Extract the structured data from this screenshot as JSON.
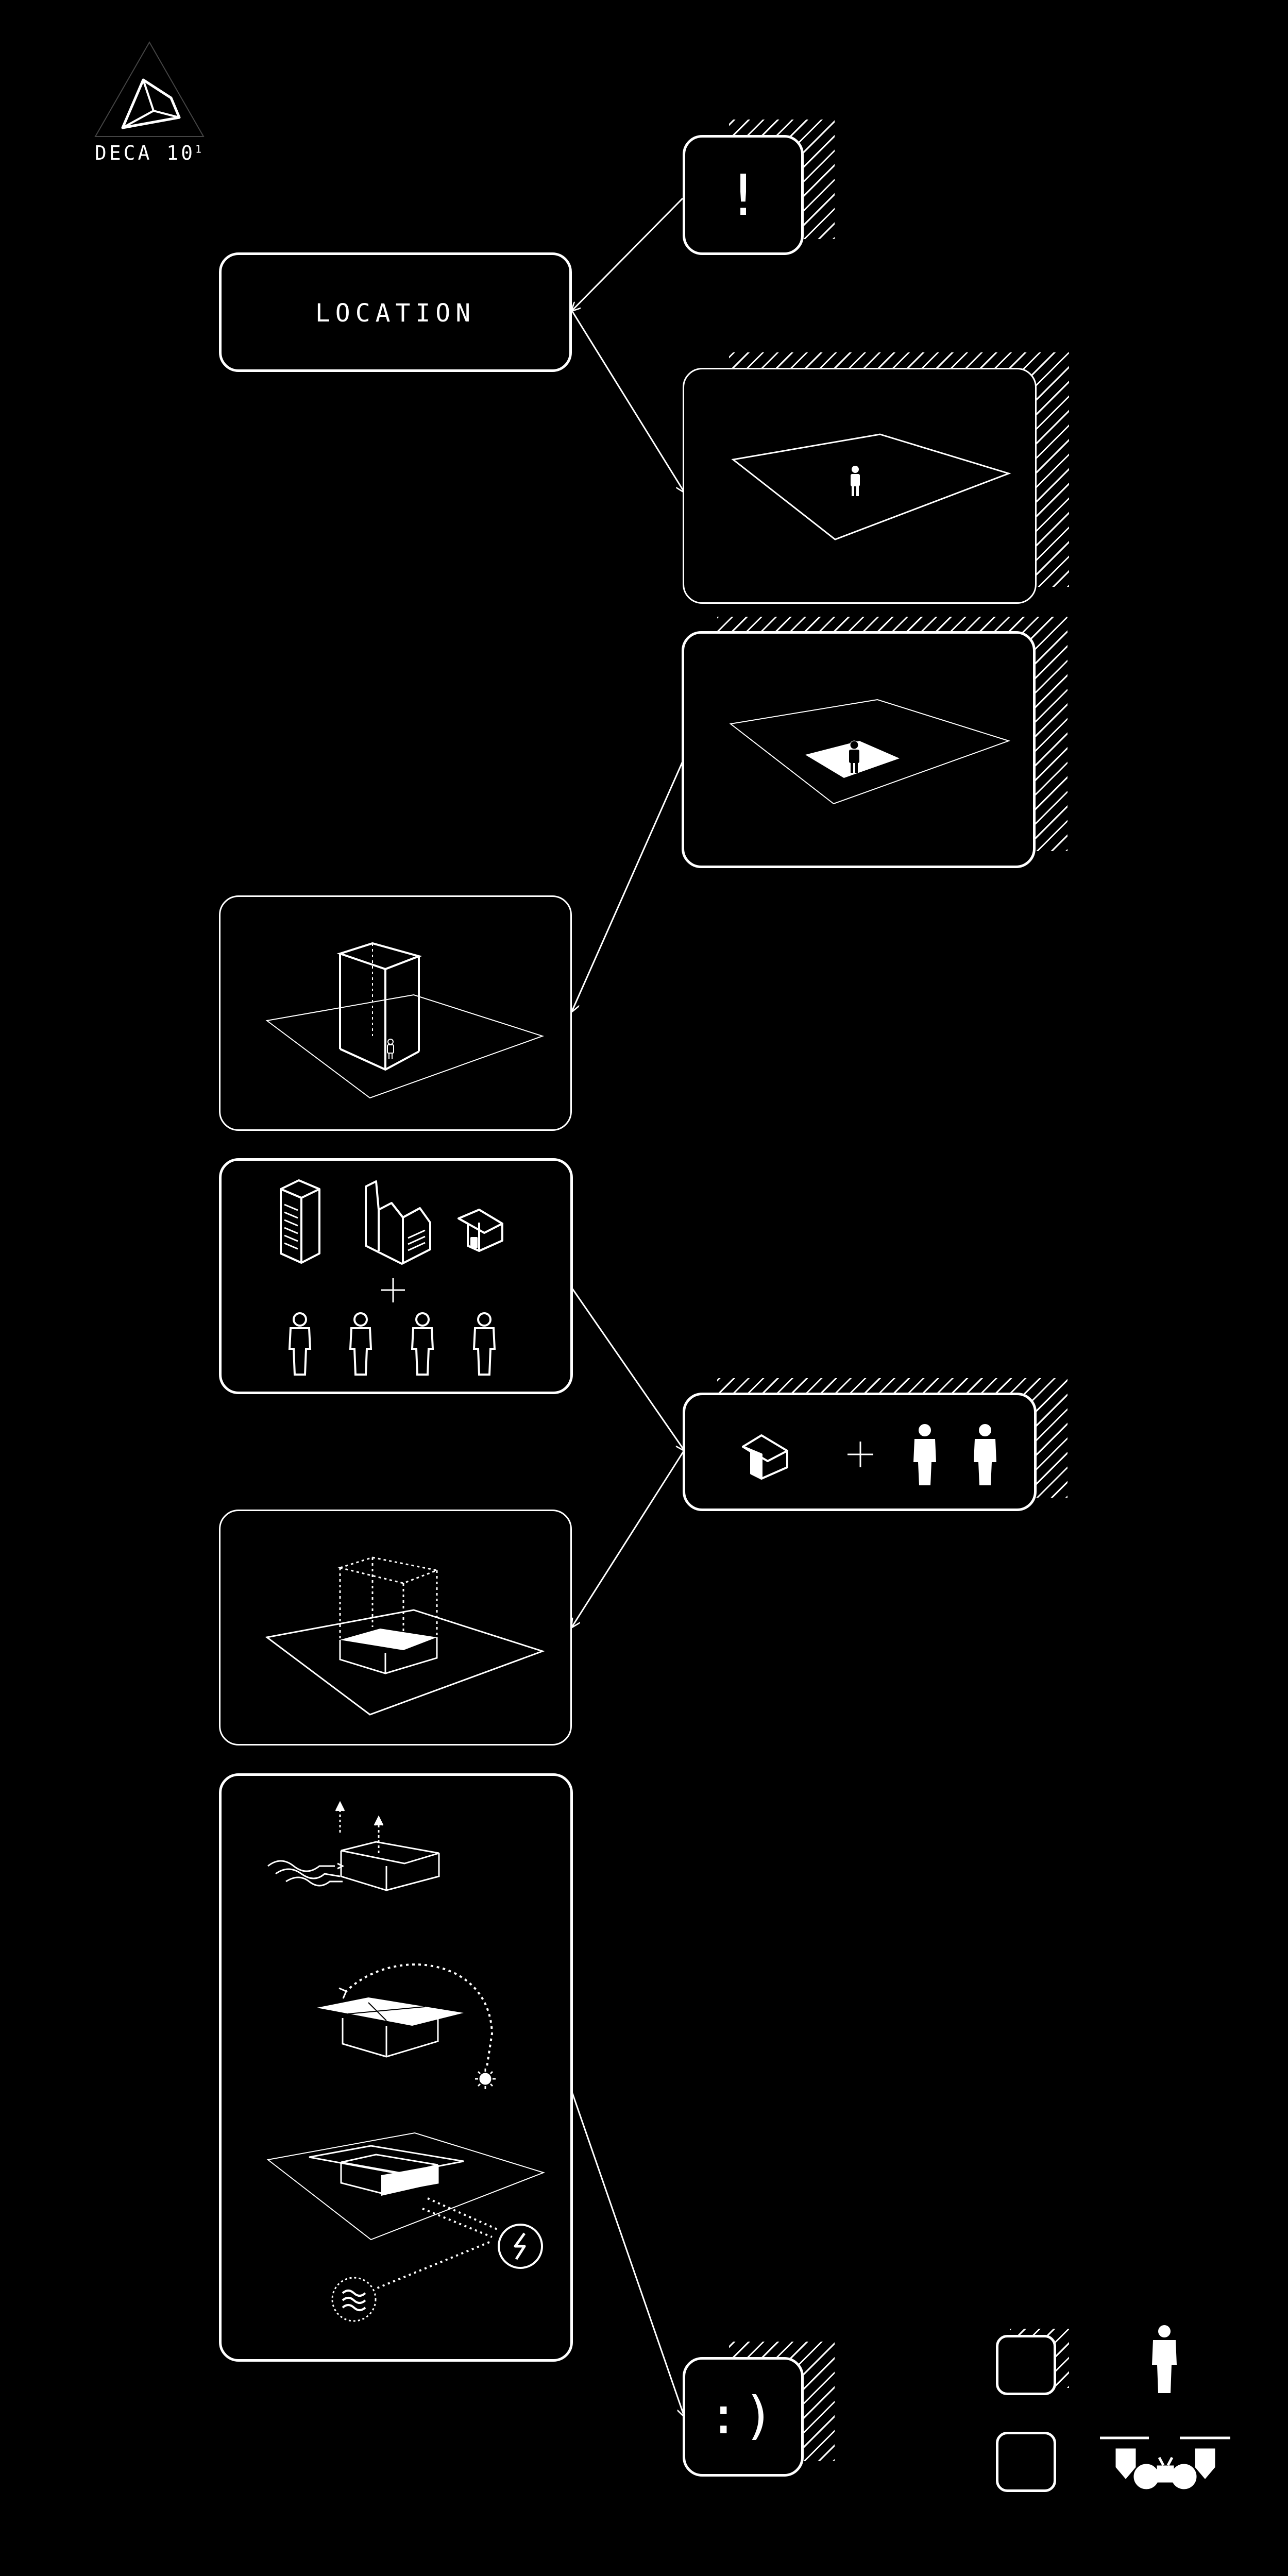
{
  "logo": {
    "text": "DECA 10",
    "superscript": "1"
  },
  "location_box": {
    "label": "LOCATION"
  },
  "alert_box": {
    "symbol": "!"
  },
  "result_box": {
    "symbol": ":)"
  },
  "icons": [
    "logo-triangle-icon",
    "person-icon",
    "building-icon",
    "factory-icon",
    "house-icon",
    "plus-icon",
    "wind-icon",
    "sun-icon",
    "lightning-icon",
    "water-icon",
    "control-panel-icon"
  ],
  "colors": {
    "background": "#000000",
    "foreground": "#ffffff"
  }
}
